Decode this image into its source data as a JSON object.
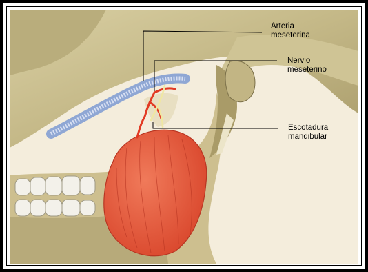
{
  "labels": {
    "arteria": "Arteria\nmeseterina",
    "nervio": "Nervio\nmeseterino",
    "escotadura": "Escotadura\nmandibular"
  },
  "colors": {
    "frame": "#000000",
    "bone": "#c9bd8e",
    "bone_shadow": "#8f8459",
    "muscle": "#e4573a",
    "artery": "#e23a24",
    "nerve": "#efe7a3",
    "teeth": "#f3f1ea",
    "arch_band": "#8fa7d4"
  }
}
